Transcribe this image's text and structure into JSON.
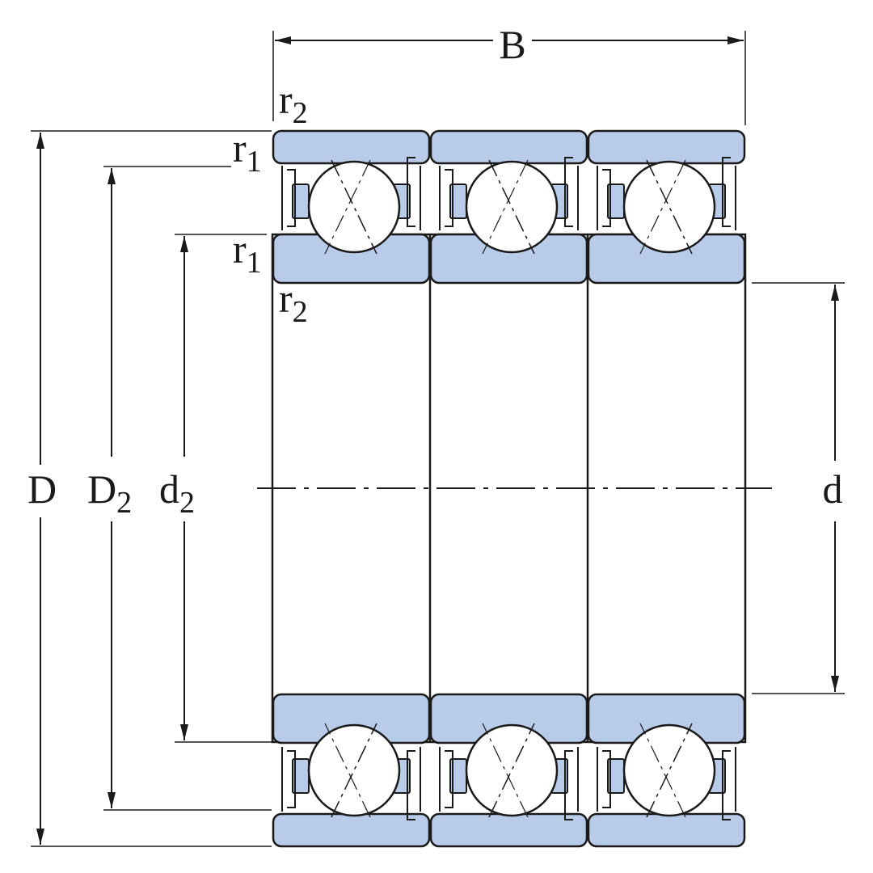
{
  "dimensions": {
    "B": "B",
    "D": "D",
    "D2_main": "D",
    "D2_sub": "2",
    "d2_main": "d",
    "d2_sub": "2",
    "d": "d",
    "r1_main": "r",
    "r1_sub": "1",
    "r2_main": "r",
    "r2_sub": "2"
  },
  "colors": {
    "ring_fill": "#b8cbe8",
    "line": "#1a1a1a"
  }
}
